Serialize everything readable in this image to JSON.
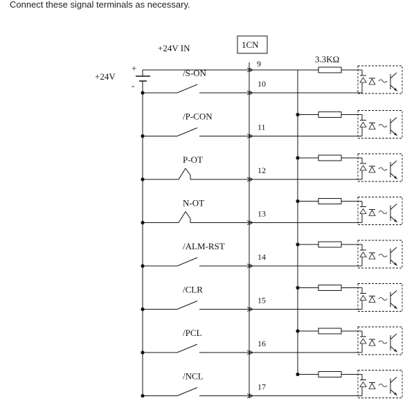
{
  "instruction": "Connect these signal terminals as necessary.",
  "supply_label": "+24V IN",
  "supply_voltage": "+24V",
  "battery_plus": "+",
  "battery_minus": "-",
  "connector": "1CN",
  "resistor": "3.3KΩ",
  "common_pin": "9",
  "signals": [
    {
      "name": "/S-ON",
      "pin": "10",
      "contact": "no"
    },
    {
      "name": "/P-CON",
      "pin": "11",
      "contact": "no"
    },
    {
      "name": "P-OT",
      "pin": "12",
      "contact": "nc"
    },
    {
      "name": "N-OT",
      "pin": "13",
      "contact": "nc"
    },
    {
      "name": "/ALM-RST",
      "pin": "14",
      "contact": "no"
    },
    {
      "name": "/CLR",
      "pin": "15",
      "contact": "no"
    },
    {
      "name": "/PCL",
      "pin": "16",
      "contact": "no"
    },
    {
      "name": "/NCL",
      "pin": "17",
      "contact": "no"
    }
  ]
}
